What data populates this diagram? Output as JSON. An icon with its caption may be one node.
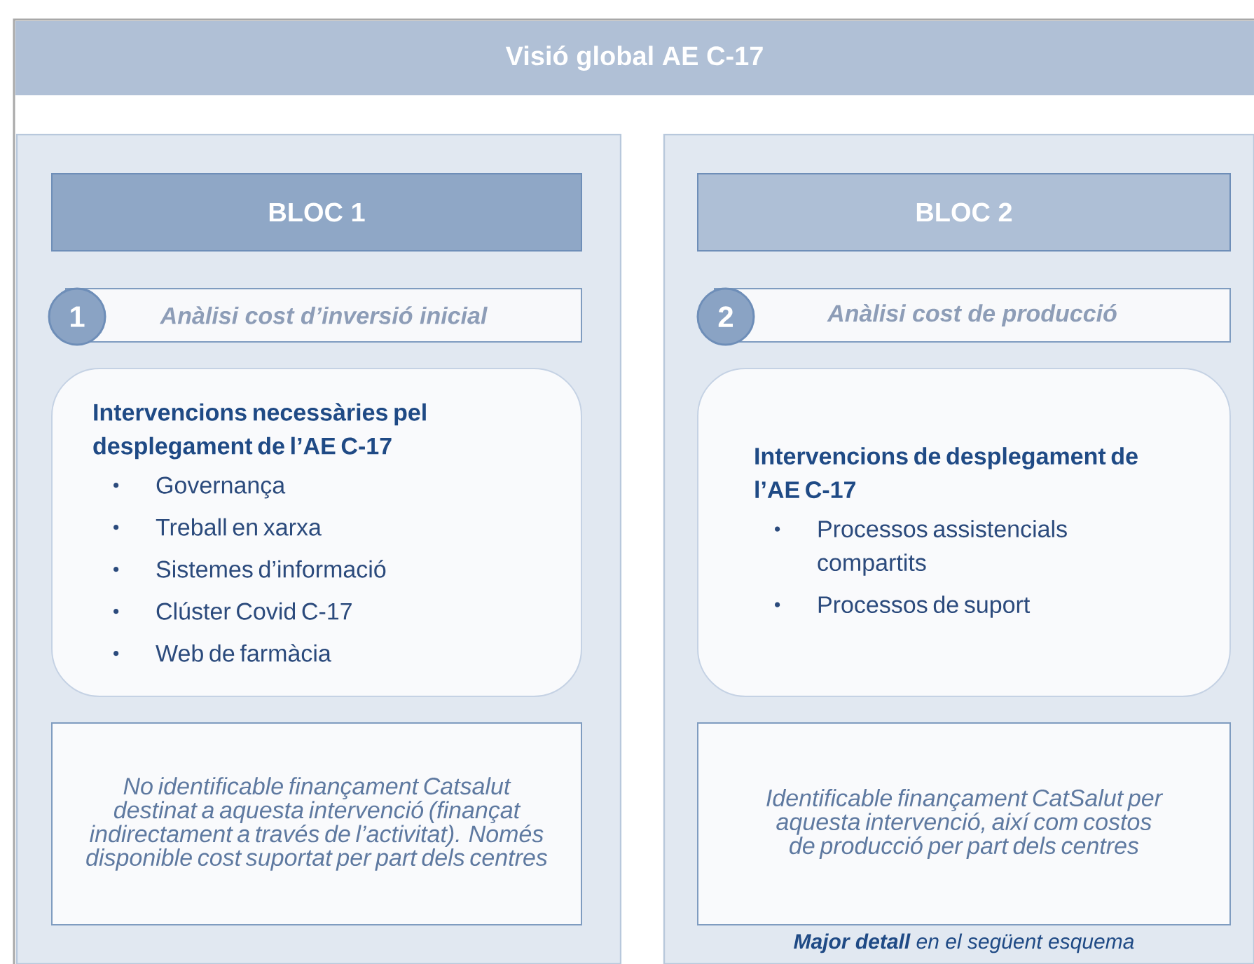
{
  "diagram": {
    "title": "Visió global AE C-17",
    "nodes": [
      {
        "text": [],
        "shape": "box"
      },
      {
        "text": [
          "BLOC 1"
        ],
        "in": 0
      },
      {
        "text": [
          "1"
        ],
        "in": 0
      },
      {
        "text": [
          "Anàlisi cost d’inversió inicial"
        ],
        "in": 0
      },
      {
        "text": [
          "Intervencions necessàries pel desplegament de l’AE C-17",
          "Governança",
          "Treball en xarxa",
          "Sistemes d’informació",
          "Clúster Covid C-17",
          "Web de farmàcia"
        ],
        "in": 0
      },
      {
        "text": [
          "No identificable finançament Catsalut destinat a aquesta intervenció (finançat indirectament a través de l’activitat). Només disponible cost suportat per part dels centres"
        ],
        "in": 0
      },
      {
        "text": [],
        "shape": "box"
      },
      {
        "text": [
          "BLOC 2"
        ],
        "in": 6
      },
      {
        "text": [
          "2"
        ],
        "in": 6
      },
      {
        "text": [
          "Anàlisi cost de producció"
        ],
        "in": 6
      },
      {
        "text": [
          "Intervencions de desplegament de l’AE C-17",
          "Processos assistencials compartits",
          "Processos de suport"
        ],
        "in": 6
      },
      {
        "text": [
          "Identificable finançament CatSalut per aquesta intervenció, així com costos de producció per part dels centres"
        ],
        "in": 6,
        "beside": [
          "**Major detall** en el següent esquema"
        ]
      }
    ]
  }
}
